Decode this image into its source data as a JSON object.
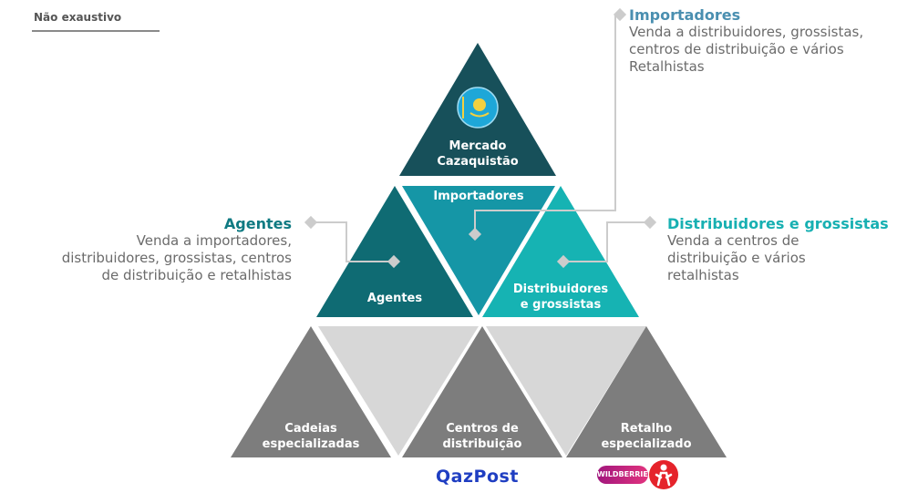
{
  "badge": "Não exaustivo",
  "pyramid": {
    "top": {
      "line1": "Mercado",
      "line2": "Cazaquistão",
      "icon": "kazakhstan-flag-icon"
    },
    "middle": {
      "importers": "Importadores",
      "agents": "Agentes",
      "distributors_line1": "Distribuidores",
      "distributors_line2": "e grossistas"
    },
    "bottom": {
      "chains_line1": "Cadeias",
      "chains_line2": "especializadas",
      "centers_line1": "Centros de",
      "centers_line2": "distribuição",
      "retail_line1": "Retalho",
      "retail_line2": "especializado"
    }
  },
  "callouts": {
    "importers": {
      "title": "Importadores",
      "line1": "Venda a distribuidores, grossistas,",
      "line2": "centros de distribuição e vários",
      "line3": "Retalhistas"
    },
    "agents": {
      "title": "Agentes",
      "line1": "Venda a importadores,",
      "line2": "distribuidores, grossistas, centros",
      "line3": "de distribuição e retalhistas"
    },
    "distributors": {
      "title": "Distribuidores e grossistas",
      "line1": "Venda a centros de",
      "line2": "distribuição e vários",
      "line3": "retalhistas"
    }
  },
  "logos": {
    "qazpost": "QazPost",
    "wildberries": "WILDBERRIES",
    "kaspi": "kaspi-logo"
  },
  "colors": {
    "top": "#17505a",
    "agents": "#0f6b73",
    "importers": "#1596a6",
    "distributors": "#16b3b3",
    "bottom_dark": "#7d7d7d",
    "bottom_light": "#d7d7d7",
    "connector": "#cccccc"
  }
}
